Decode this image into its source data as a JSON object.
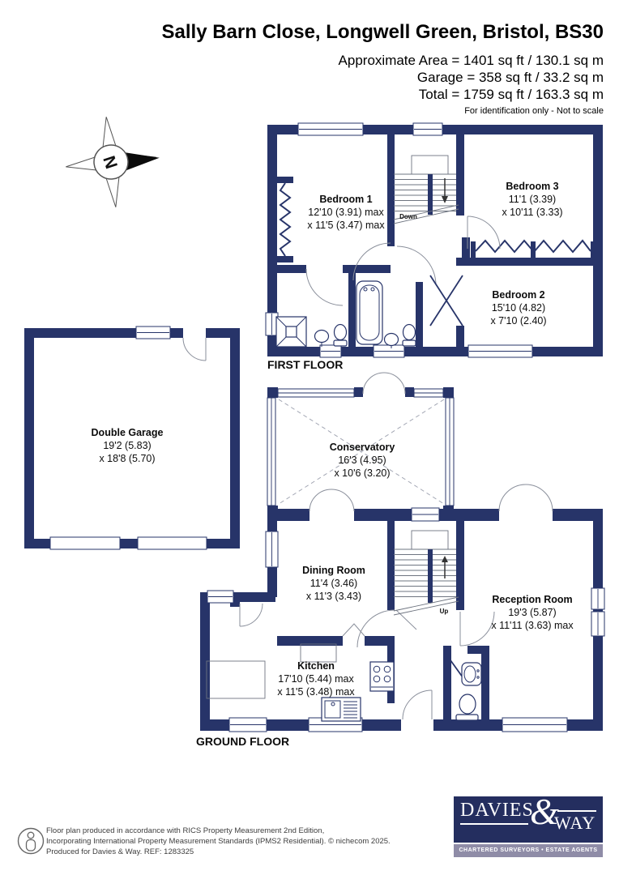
{
  "header": {
    "title": "Sally Barn Close, Longwell Green, Bristol, BS30",
    "area_lines": [
      "Approximate Area = 1401 sq ft / 130.1 sq m",
      "Garage = 358 sq ft / 33.2 sq m",
      "Total = 1759 sq ft / 163.3 sq m"
    ],
    "note": "For identification only - Not to scale"
  },
  "compass": {
    "north_label": "N"
  },
  "first_floor": {
    "label": "FIRST FLOOR",
    "stairs_label": "Down",
    "rooms": {
      "bedroom1": {
        "name": "Bedroom 1",
        "dim1": "12'10 (3.91) max",
        "dim2": "x 11'5 (3.47) max"
      },
      "bedroom3": {
        "name": "Bedroom 3",
        "dim1": "11'1 (3.39)",
        "dim2": "x 10'11 (3.33)"
      },
      "bedroom2": {
        "name": "Bedroom 2",
        "dim1": "15'10 (4.82)",
        "dim2": "x 7'10 (2.40)"
      }
    }
  },
  "ground_floor": {
    "label": "GROUND FLOOR",
    "stairs_label": "Up",
    "rooms": {
      "garage": {
        "name": "Double Garage",
        "dim1": "19'2 (5.83)",
        "dim2": "x 18'8 (5.70)"
      },
      "conservatory": {
        "name": "Conservatory",
        "dim1": "16'3 (4.95)",
        "dim2": "x 10'6 (3.20)"
      },
      "dining_room": {
        "name": "Dining Room",
        "dim1": "11'4 (3.46)",
        "dim2": "x 11'3 (3.43)"
      },
      "reception_room": {
        "name": "Reception Room",
        "dim1": "19'3 (5.87)",
        "dim2": "x 11'11 (3.63) max"
      },
      "kitchen": {
        "name": "Kitchen",
        "dim1": "17'10 (5.44) max",
        "dim2": "x 11'5 (3.48) max"
      }
    }
  },
  "footer": {
    "disclaimer_lines": [
      "Floor plan produced in accordance with RICS Property Measurement 2nd Edition,",
      "Incorporating International Property Measurement Standards (IPMS2 Residential).   © nichecom 2025.",
      "Produced for Davies & Way.   REF:  1283325"
    ],
    "logo": {
      "word1": "DAVIES",
      "amp": "&",
      "word2": "WAY",
      "tagline": "CHARTERED SURVEYORS • ESTATE AGENTS"
    }
  },
  "colors": {
    "wall": "#273469",
    "logo_navy": "#242e5f",
    "logo_bar": "#8f8ca7"
  }
}
